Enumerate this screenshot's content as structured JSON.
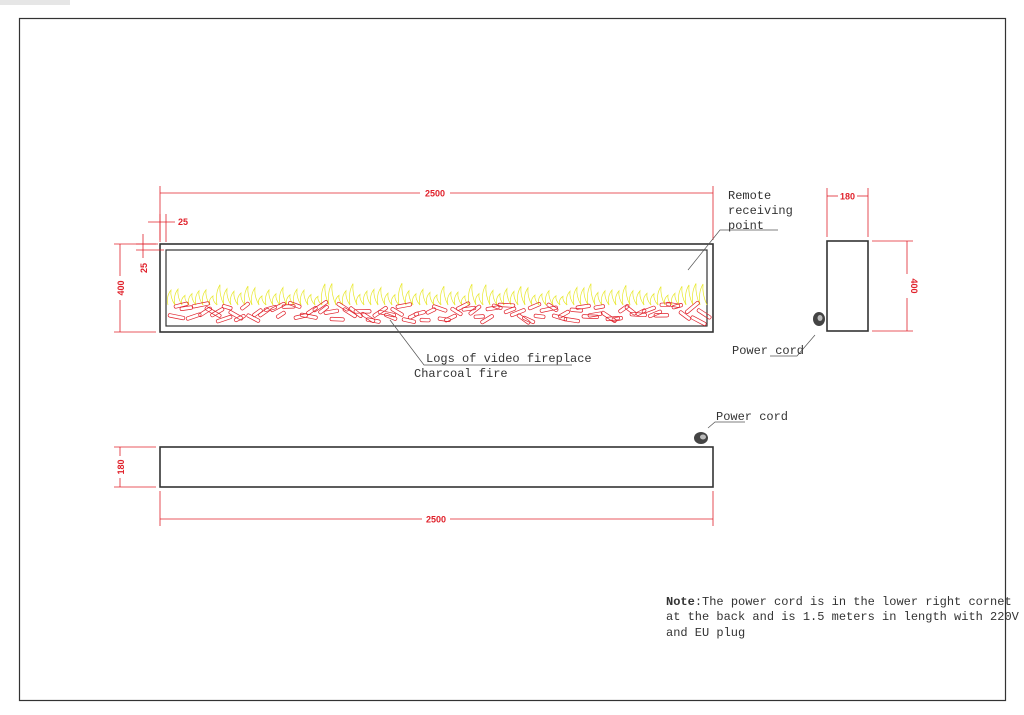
{
  "drawing": {
    "front_view": {
      "width_dim": "2500",
      "border_dim_h": "25",
      "border_dim_v": "25",
      "height_dim": "400",
      "remote_label": [
        "Remote",
        "receiving",
        "point"
      ],
      "logs_label": "Logs of video fireplace",
      "charcoal_label": "Charcoal fire"
    },
    "side_view": {
      "depth_dim": "180",
      "height_dim": "400",
      "power_cord_label": "Power cord"
    },
    "top_view": {
      "depth_dim": "180",
      "width_dim": "2500",
      "power_cord_label": "Power cord"
    },
    "note": {
      "prefix": "Note",
      "lines": [
        ":The power cord is in the lower right cornet",
        "at the back and is 1.5 meters in length with 220V",
        "and EU plug"
      ]
    },
    "colors": {
      "dimension": "#e0202a",
      "flame": "#e8e82a",
      "logs": "#e0202a",
      "outline": "#333333"
    }
  }
}
